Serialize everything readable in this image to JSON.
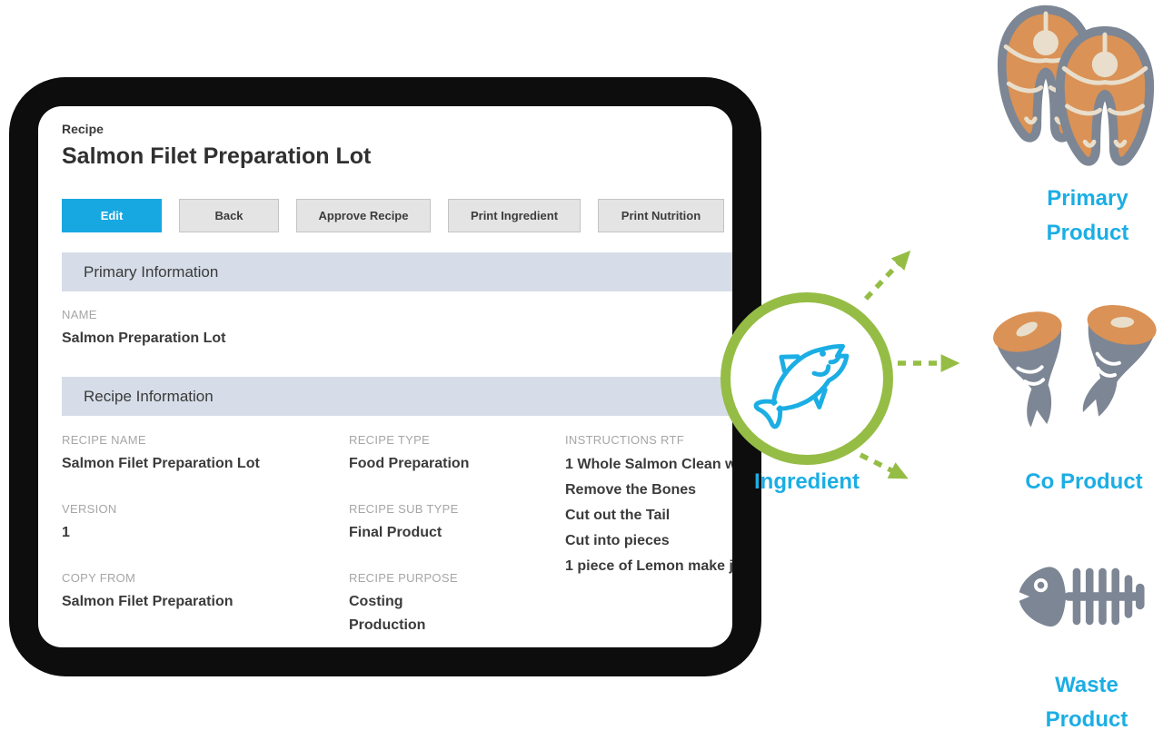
{
  "app": {
    "breadcrumb": "Recipe",
    "title": "Salmon Filet Preparation Lot",
    "toolbar": [
      {
        "label": "Edit",
        "variant": "primary"
      },
      {
        "label": "Back",
        "variant": "default"
      },
      {
        "label": "Approve Recipe",
        "variant": "default"
      },
      {
        "label": "Print Ingredient",
        "variant": "default"
      },
      {
        "label": "Print Nutrition",
        "variant": "default"
      }
    ],
    "sections": [
      {
        "title": "Primary Information",
        "fields": [
          {
            "label": "NAME",
            "lines": [
              "Salmon Preparation Lot"
            ]
          }
        ]
      },
      {
        "title": "Recipe Information",
        "columns": [
          {
            "fields": [
              {
                "label": "RECIPE NAME",
                "lines": [
                  "Salmon Filet Preparation Lot"
                ]
              },
              {
                "label": "VERSION",
                "lines": [
                  "1"
                ]
              },
              {
                "label": "COPY FROM",
                "lines": [
                  "Salmon Filet Preparation"
                ]
              }
            ]
          },
          {
            "fields": [
              {
                "label": "RECIPE TYPE",
                "lines": [
                  "Food Preparation"
                ]
              },
              {
                "label": "RECIPE SUB TYPE",
                "lines": [
                  "Final Product"
                ]
              },
              {
                "label": "RECIPE PURPOSE",
                "lines": [
                  "Costing",
                  "Production"
                ]
              }
            ]
          },
          {
            "fields": [
              {
                "label": "INSTRUCTIONS RTF",
                "lines": [
                  "1 Whole Salmon Clean w",
                  "Remove the Bones",
                  "Cut out the Tail",
                  "Cut into pieces",
                  "1 piece of Lemon make j"
                ]
              }
            ]
          }
        ]
      }
    ]
  },
  "diagram": {
    "hub_label": "Ingredient",
    "hub_icon": "salmon-fish-line-icon",
    "outputs": [
      {
        "id": "primary",
        "icon": "salmon-steaks-icon",
        "label_lines": [
          "Primary",
          "Product"
        ]
      },
      {
        "id": "co",
        "icon": "fish-tail-cuts-icon",
        "label_lines": [
          "Co Product"
        ]
      },
      {
        "id": "waste",
        "icon": "fish-skeleton-icon",
        "label_lines": [
          "Waste",
          "Product"
        ]
      }
    ],
    "colors": {
      "accent_blue": "#1BAEE4",
      "accent_green": "#95BD45",
      "edit_button_blue": "#18A8E1",
      "section_bar_blue_gray": "#D6DDE8",
      "salmon_orange": "#DA9256",
      "icon_gray": "#7D8694",
      "bone_cream": "#E8DECB"
    }
  }
}
